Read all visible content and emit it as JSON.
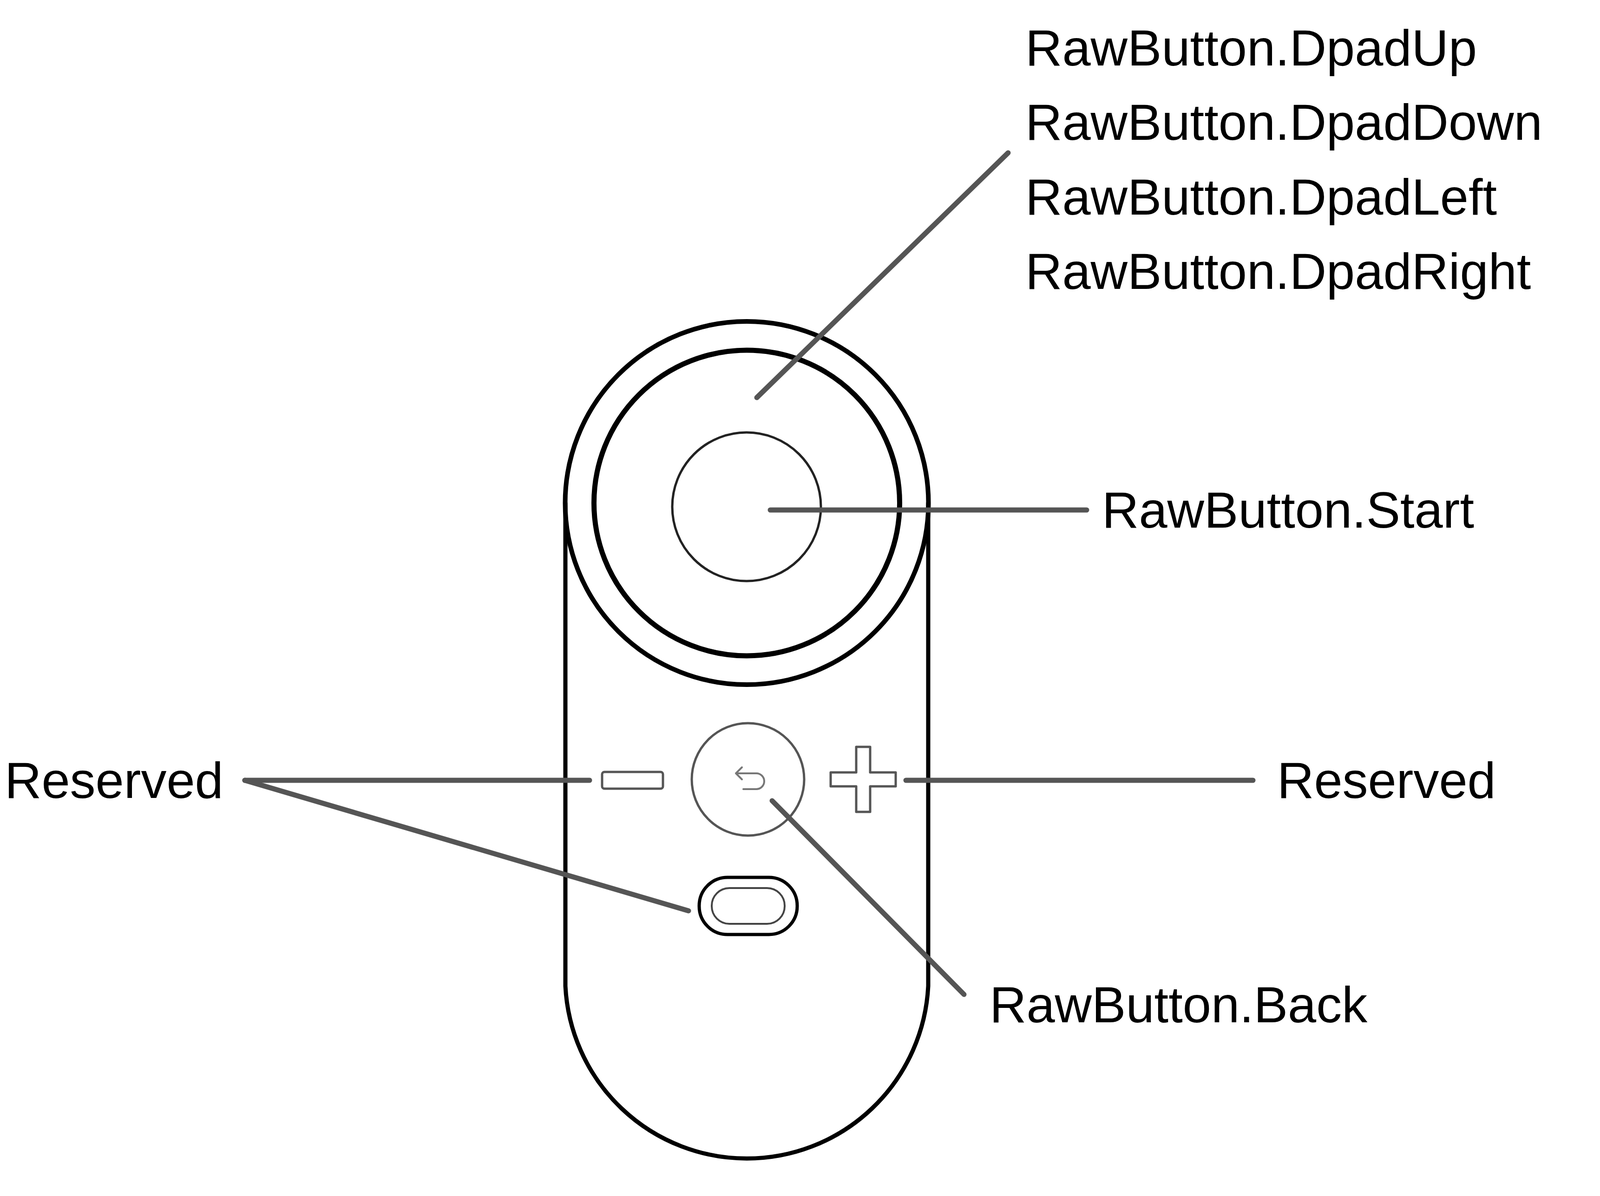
{
  "diagram": {
    "labels": [
      "RawButton.DpadUp",
      "RawButton.DpadDown",
      "RawButton.DpadLeft",
      "RawButton.DpadRight",
      "RawButton.Start",
      "Reserved",
      "Reserved",
      "RawButton.Back"
    ]
  }
}
